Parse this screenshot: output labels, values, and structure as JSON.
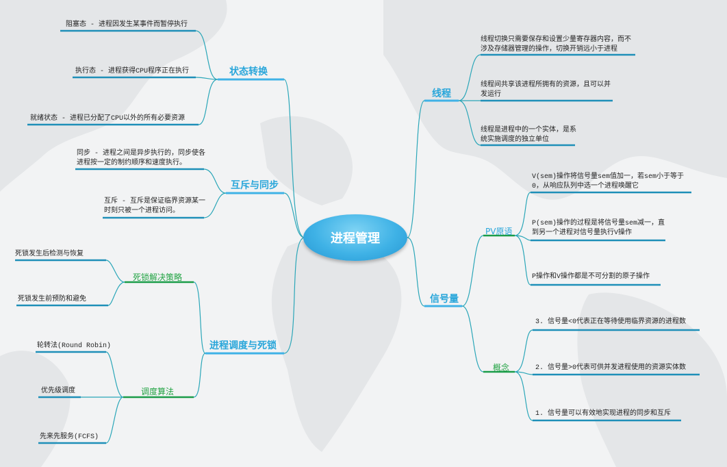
{
  "center": {
    "title": "进程管理"
  },
  "colors": {
    "blue": "#29a6da",
    "green": "#22a343",
    "line": "#2aa6b8",
    "underline": "#1e8fb8"
  },
  "left": {
    "state": {
      "title": "状态转换",
      "items": [
        "阻塞态 - 进程因发生某事件而暂停执行",
        "执行态 - 进程获得CPU程序正在执行",
        "就绪状态 - 进程已分配了CPU以外的所有必要资源"
      ]
    },
    "sync": {
      "title": "互斥与同步",
      "items": [
        "同步 - 进程之间是异步执行的，同步使各进程按一定的制约顺序和速度执行。",
        "互斥 - 互斥是保证临界资源某一时刻只被一个进程访问。"
      ]
    },
    "sched": {
      "title": "进程调度与死锁",
      "deadlock": {
        "title": "死锁解决策略",
        "items": [
          "死锁发生后检测与恢复",
          "死锁发生前预防和避免"
        ]
      },
      "algo": {
        "title": "调度算法",
        "items": [
          "轮转法(Round Robin)",
          "优先级调度",
          "先来先服务(FCFS)"
        ]
      }
    }
  },
  "right": {
    "thread": {
      "title": "线程",
      "items": [
        "线程切换只需要保存和设置少量寄存器内容，而不涉及存储器管理的操作，切换开销远小于进程",
        "线程间共享该进程所拥有的资源，且可以并发运行",
        "线程是进程中的一个实体，是系统实施调度的独立单位"
      ]
    },
    "semaphore": {
      "title": "信号量",
      "pv": {
        "title": "PV原语",
        "items": [
          "V(sem)操作将信号量sem值加一，若sem小于等于0，从响应队列中选一个进程唤醒它",
          "P(sem)操作的过程是将信号量sem减一，直到另一个进程对信号量执行V操作",
          "P操作和V操作都是不可分割的原子操作"
        ]
      },
      "concept": {
        "title": "概念",
        "items": [
          "3. 信号量<0代表正在等待使用临界资源的进程数",
          "2.  信号量>0代表可供并发进程使用的资源实体数",
          "1. 信号量可以有效地实现进程的同步和互斥"
        ]
      }
    }
  }
}
